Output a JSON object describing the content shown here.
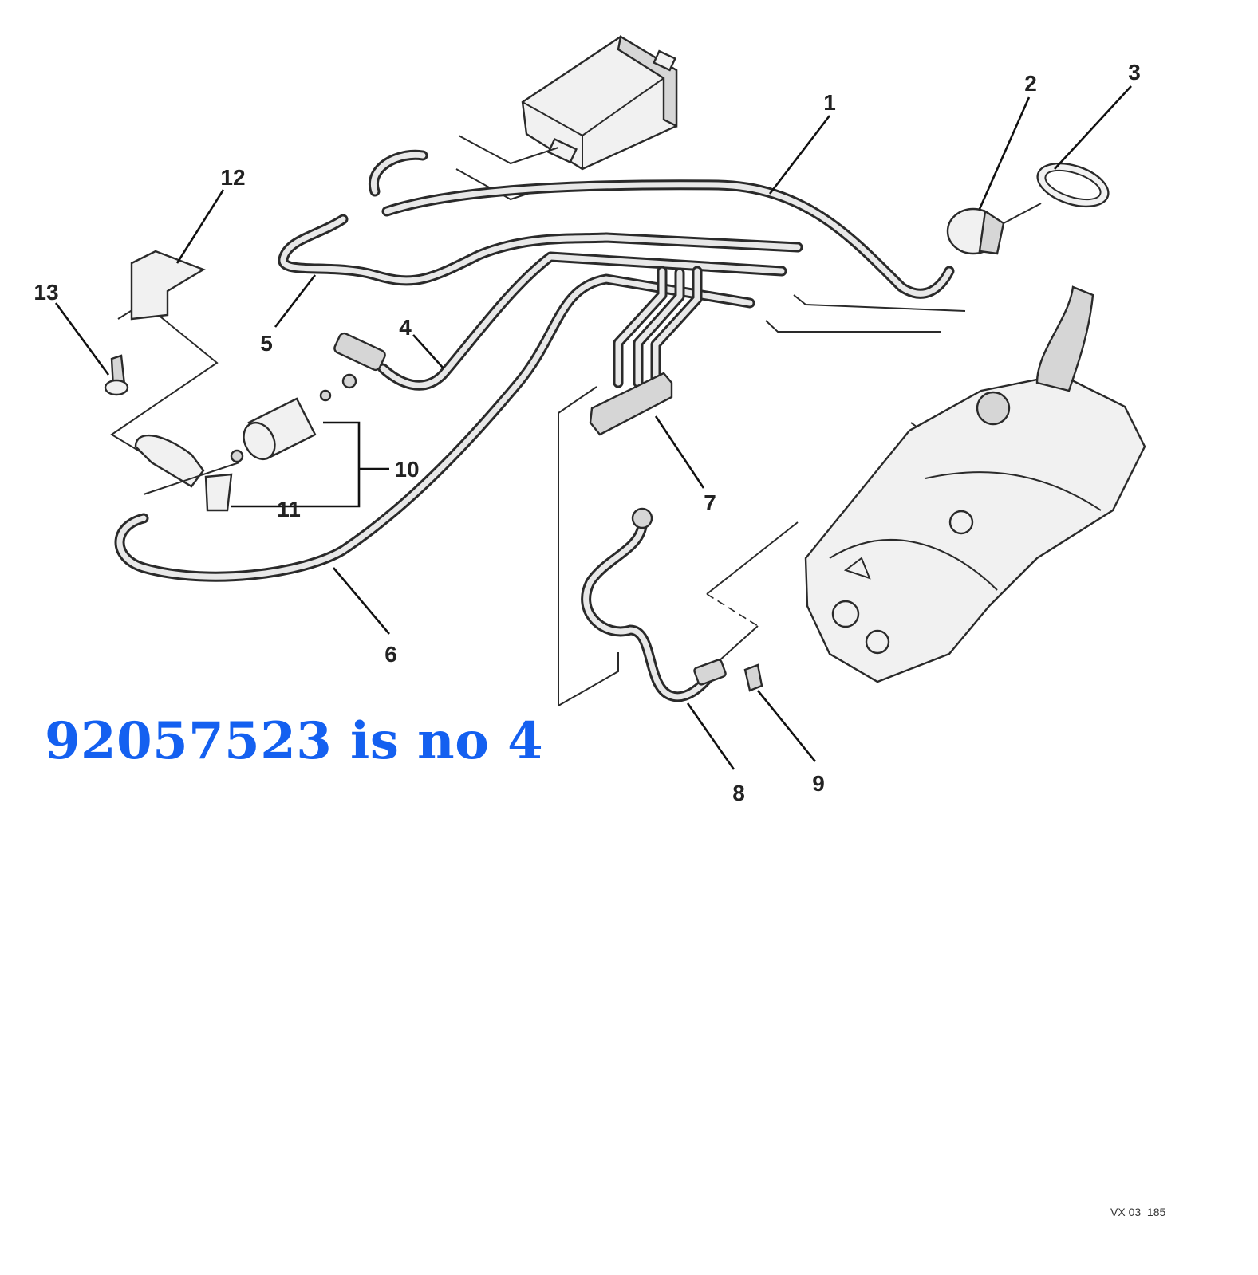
{
  "callouts": [
    "1",
    "2",
    "3",
    "4",
    "5",
    "6",
    "7",
    "8",
    "9",
    "10",
    "11",
    "12",
    "13"
  ],
  "overlay_note": "92057523 is no 4",
  "reference_code": "VX 03_185",
  "colors": {
    "overlay_text": "#1460f0",
    "line_art": "#2a2a2a",
    "background": "#ffffff"
  }
}
